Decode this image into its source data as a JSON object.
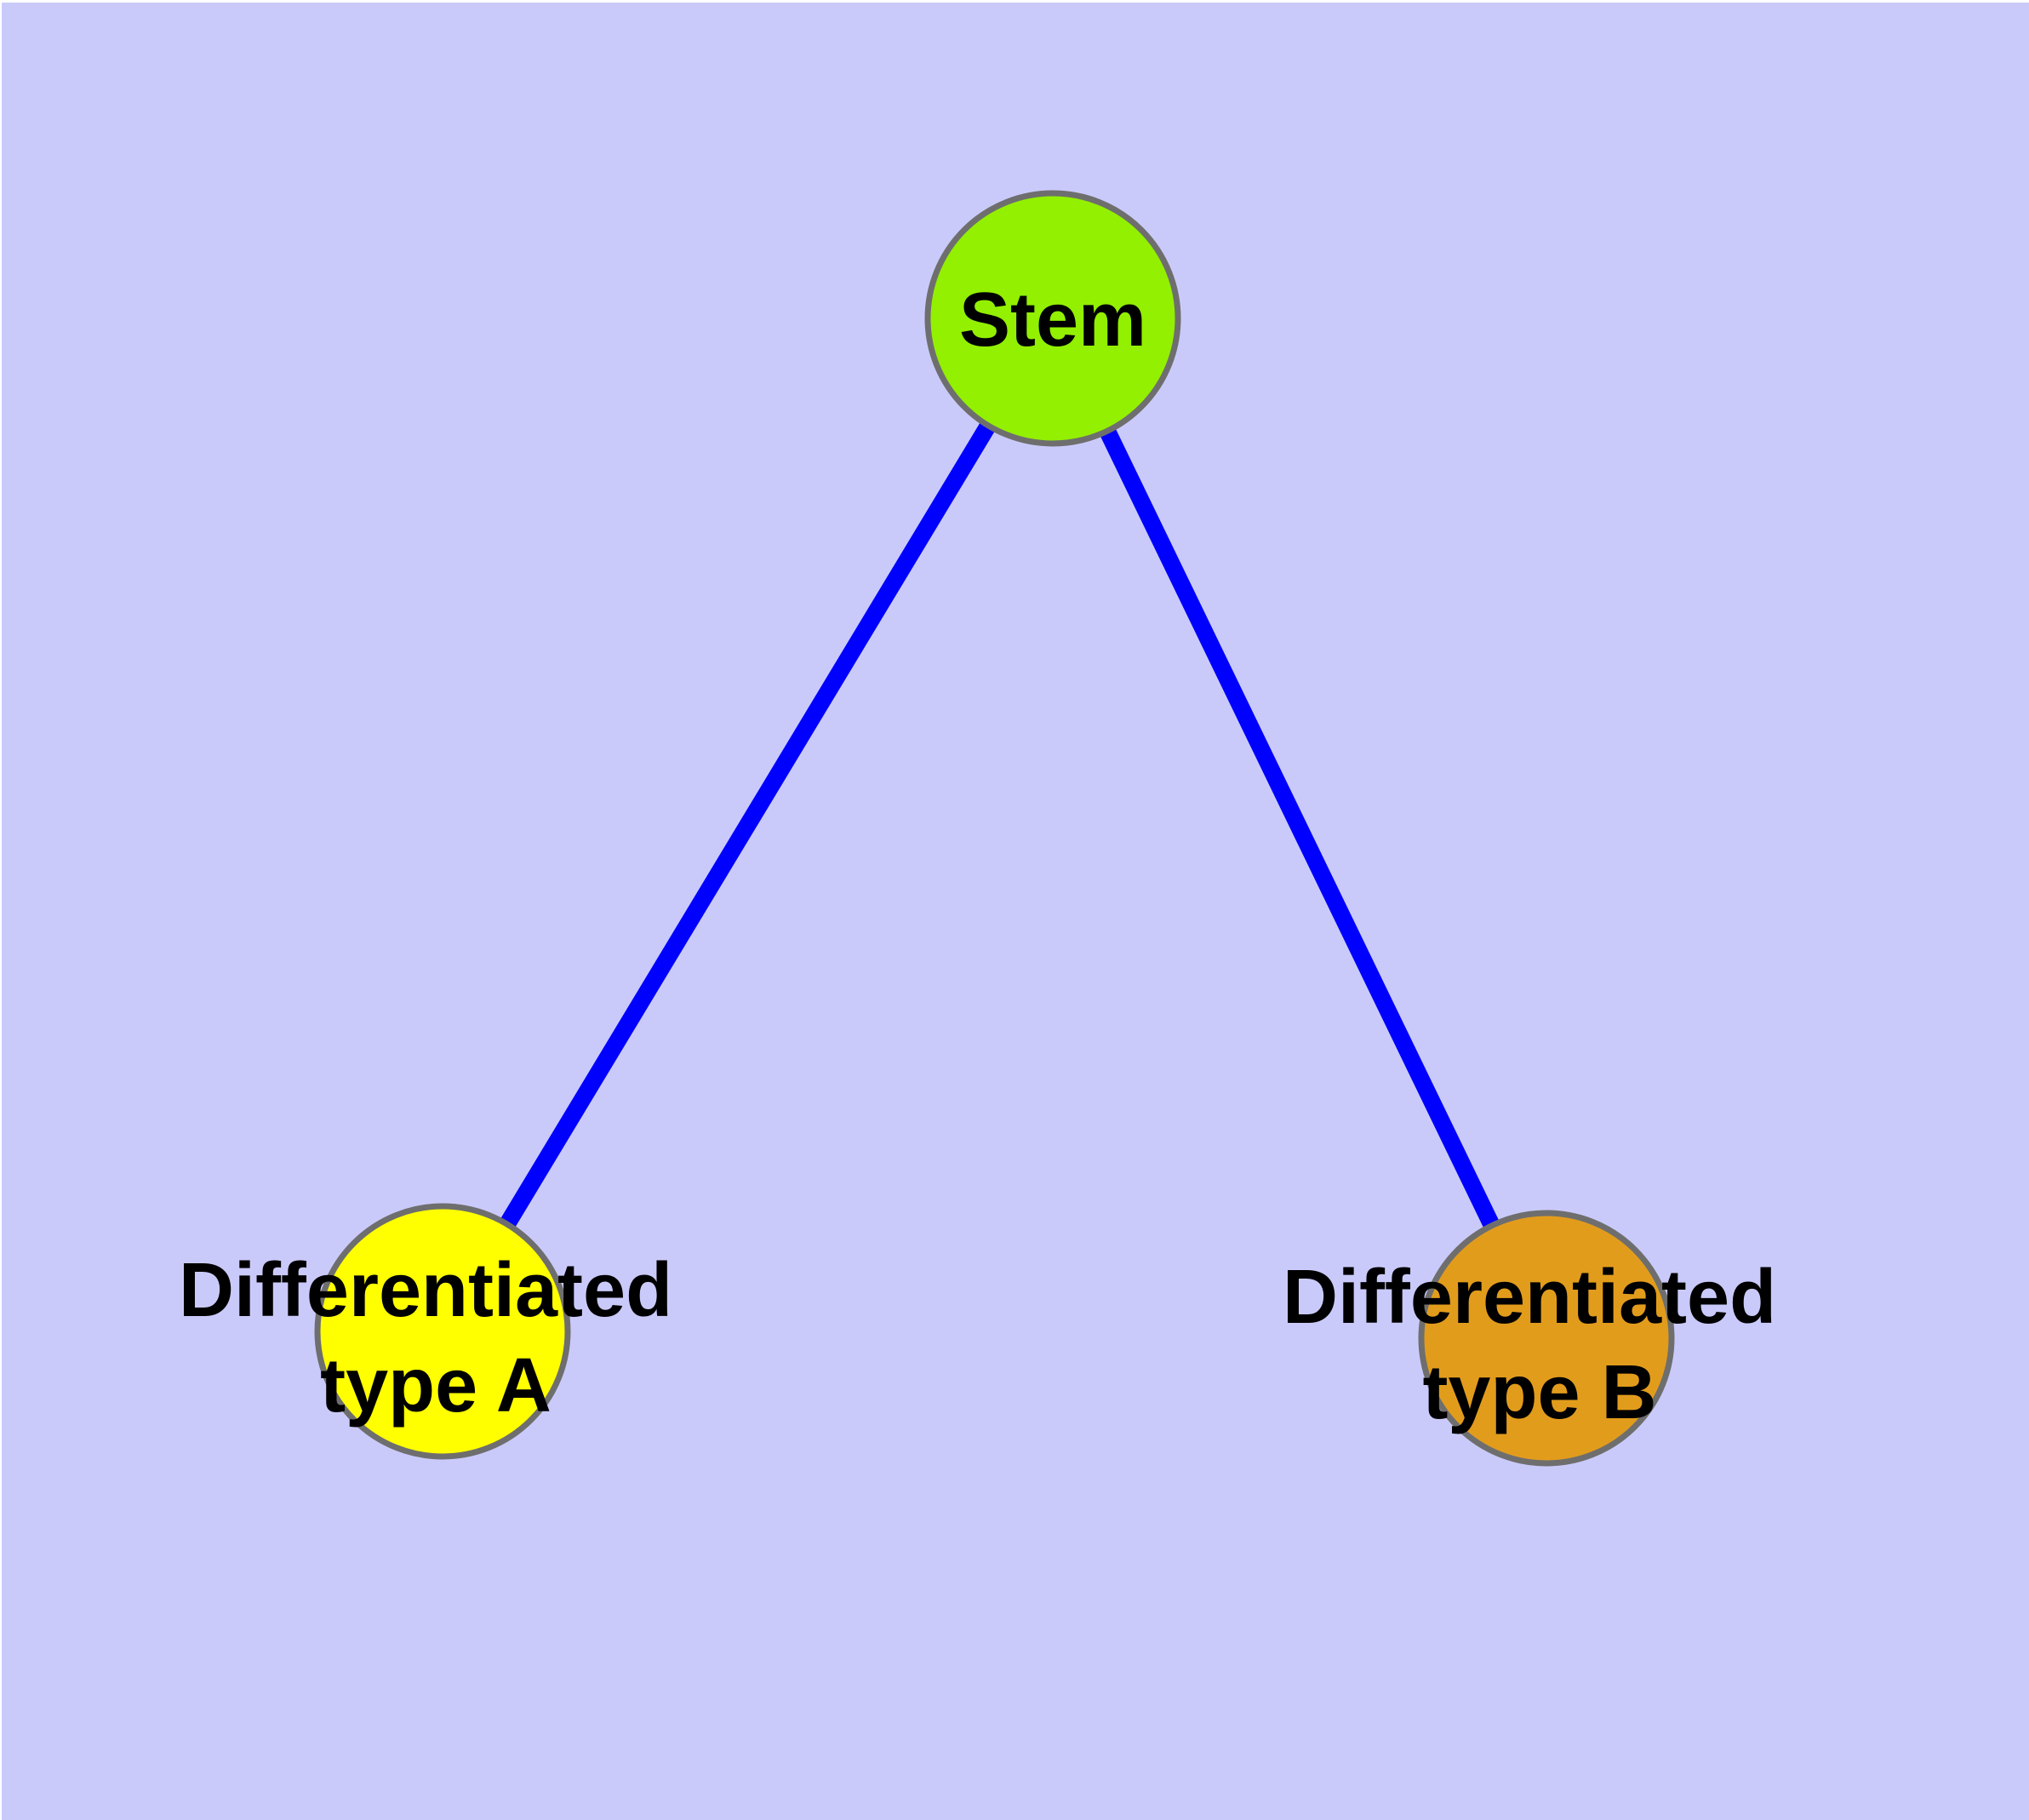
{
  "diagram": {
    "type": "node-link-graph",
    "description": "Stem cell differentiation graph: one stem node connected to two differentiated cell type nodes",
    "colors": {
      "background": "#CACAFA",
      "frame": "#FFFFFF",
      "edge": "#0000FF",
      "node_border": "#6E6E6E",
      "label_text": "#000000"
    },
    "nodes": [
      {
        "id": "stem",
        "label": "Stem",
        "lines": [
          "Stem"
        ],
        "fill": "#92F000"
      },
      {
        "id": "differentiated-type-a",
        "label": "Differentiated type A",
        "lines": [
          "Differentiated",
          "type A"
        ],
        "fill": "#FFFF00"
      },
      {
        "id": "differentiated-type-b",
        "label": "Differentiated type B",
        "lines": [
          "Differentiated",
          "type B"
        ],
        "fill": "#E29C1C"
      }
    ],
    "edges": [
      {
        "from": "Stem",
        "to": "Differentiated type A"
      },
      {
        "from": "Stem",
        "to": "Differentiated type B"
      }
    ]
  }
}
